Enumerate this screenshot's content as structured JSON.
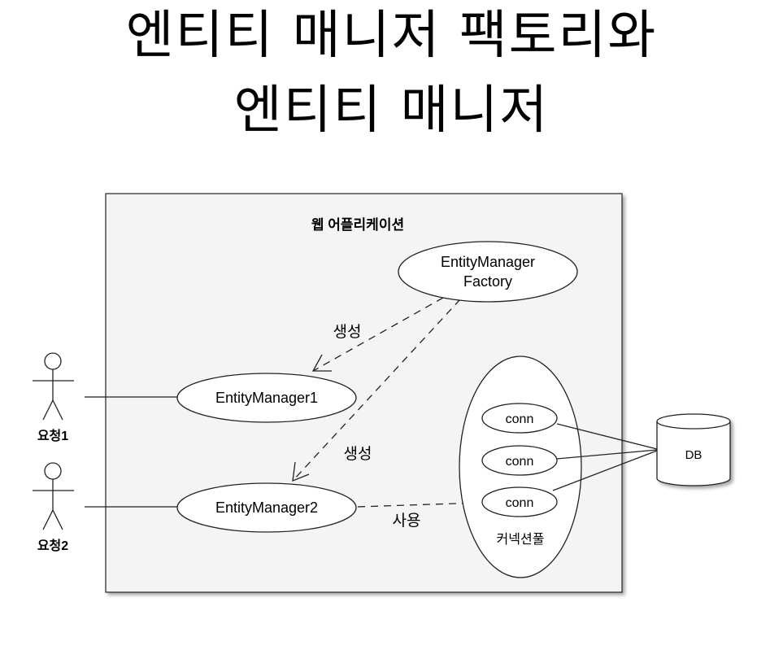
{
  "title": {
    "line1": "엔티티 매니저 팩토리와",
    "line2": "엔티티 매니저"
  },
  "diagram": {
    "container_label": "웹 어플리케이션",
    "factory": {
      "line1": "EntityManager",
      "line2": "Factory"
    },
    "em1": "EntityManager1",
    "em2": "EntityManager2",
    "create1": "생성",
    "create2": "생성",
    "use": "사용",
    "conn1": "conn",
    "conn2": "conn",
    "conn3": "conn",
    "pool_label": "커넥션풀",
    "db": "DB",
    "actor1": "요청1",
    "actor2": "요청2"
  }
}
